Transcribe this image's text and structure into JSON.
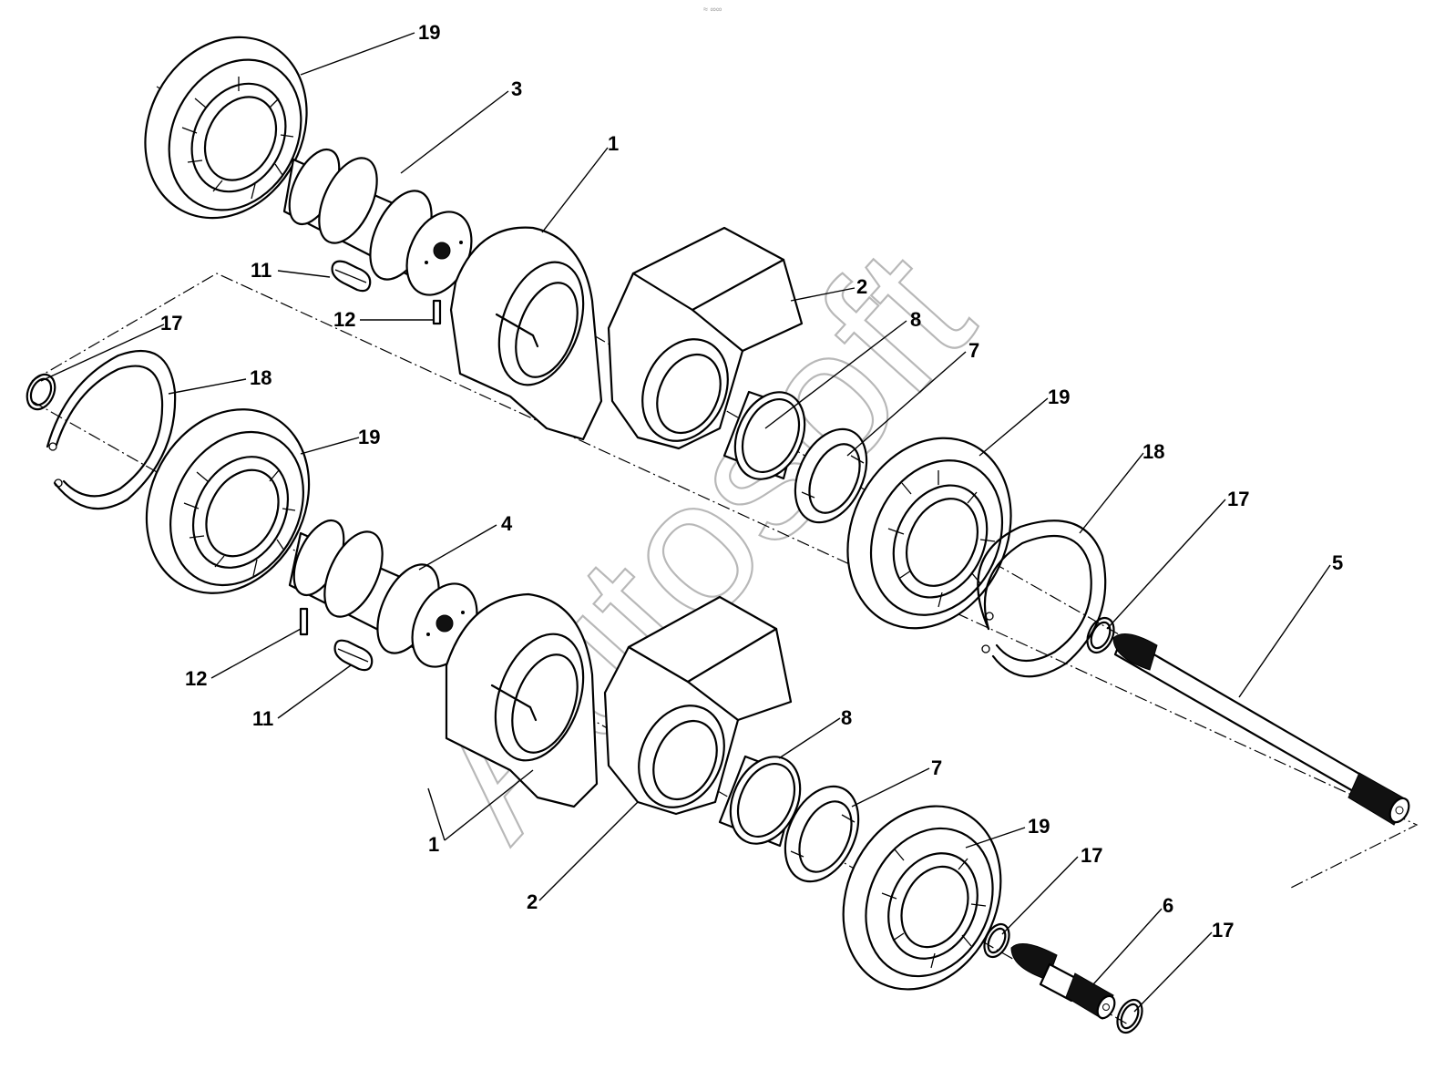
{
  "header_mark": "≈ ∞∞",
  "watermark": "Autosoft",
  "callouts": {
    "c19a": "19",
    "c3": "3",
    "c1a": "1",
    "c11a": "11",
    "c2a": "2",
    "c12a": "12",
    "c8a": "8",
    "c17a": "17",
    "c7a": "7",
    "c18a": "18",
    "c19b": "19",
    "c19c": "19",
    "c18b": "18",
    "c17b": "17",
    "c4": "4",
    "c5": "5",
    "c12b": "12",
    "c11b": "11",
    "c8b": "8",
    "c7b": "7",
    "c1b": "1",
    "c19d": "19",
    "c17c": "17",
    "c2b": "2",
    "c6": "6",
    "c17d": "17"
  }
}
